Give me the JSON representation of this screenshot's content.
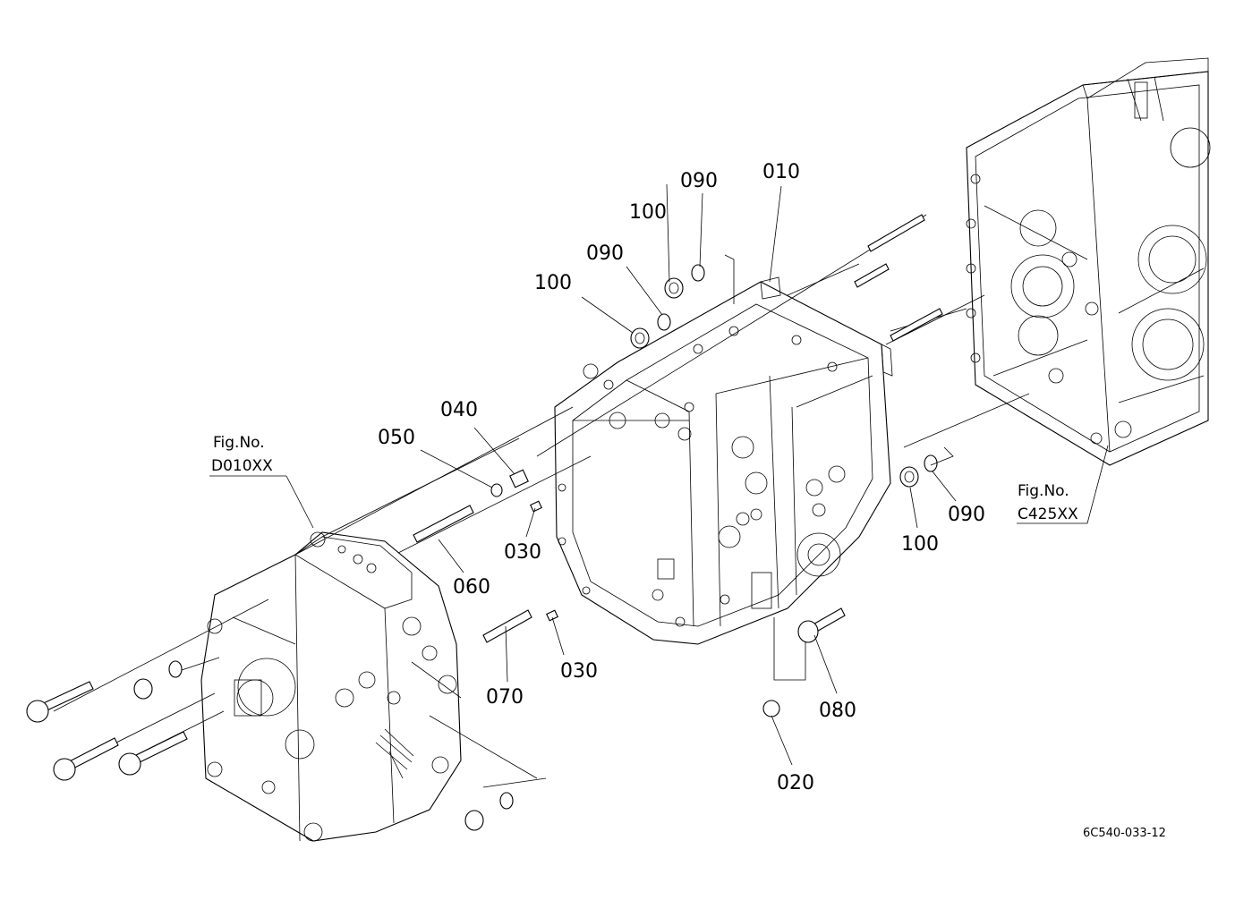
{
  "parts": {
    "p010": "010",
    "p020": "020",
    "p030a": "030",
    "p030b": "030",
    "p040": "040",
    "p050": "050",
    "p060": "060",
    "p070": "070",
    "p080": "080",
    "p090a": "090",
    "p090b": "090",
    "p090c": "090",
    "p100a": "100",
    "p100b": "100",
    "p100c": "100"
  },
  "refs": {
    "left_fig_label": "Fig.No.",
    "left_fig_code": "D010XX",
    "right_fig_label": "Fig.No.",
    "right_fig_code": "C425XX"
  },
  "diagram_code": "6C540-033-12"
}
